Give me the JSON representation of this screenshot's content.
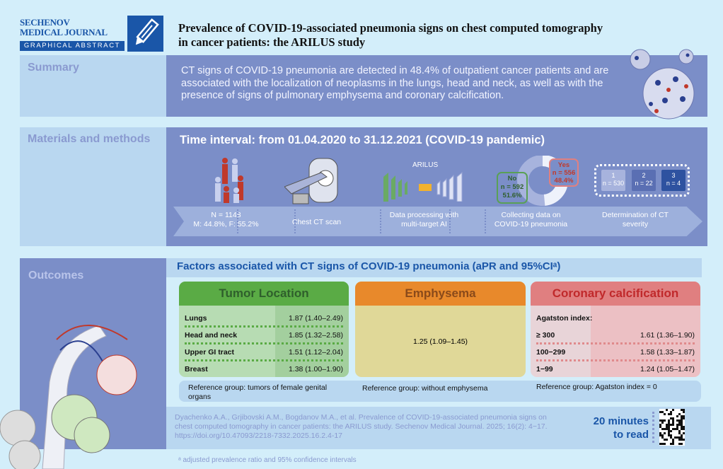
{
  "header": {
    "journal_line1": "SECHENOV",
    "journal_line2": "MEDICAL JOURNAL",
    "tag": "GRAPHICAL ABSTRACT",
    "title_line1": "Prevalence of COVID-19-associated pneumonia signs on chest computed tomography",
    "title_line2": "in cancer patients: the ARILUS study"
  },
  "summary": {
    "label": "Summary",
    "text": "CT signs of COVID-19 pneumonia are detected in 48.4% of outpatient cancer patients and are associated with the localization of neoplasms in the lungs, head and neck, as well as with the presence of signs of pulmonary emphysema and coronary calcification."
  },
  "methods": {
    "label": "Materials and methods",
    "time_interval": "Time interval: from 01.04.2020 to 31.12.2021 (COVID-19 pandemic)",
    "ai_label": "ARILUS",
    "no": {
      "label": "No",
      "n": "n = 592",
      "pct": "51.6%"
    },
    "yes": {
      "label": "Yes",
      "n": "n = 556",
      "pct": "48.4%"
    },
    "severity": [
      {
        "grade": "1",
        "n": "n = 530"
      },
      {
        "grade": "2",
        "n": "n = 22"
      },
      {
        "grade": "3",
        "n": "n = 4"
      }
    ],
    "steps": [
      {
        "l1": "N = 1148",
        "l2": "M: 44.8%, F: 55.2%"
      },
      {
        "l1": "Chest CT scan",
        "l2": ""
      },
      {
        "l1": "Data processing with",
        "l2": "multi-target AI"
      },
      {
        "l1": "Collecting data on",
        "l2": "COVID-19 pneumonia"
      },
      {
        "l1": "Determination of CT",
        "l2": "severity"
      }
    ],
    "pie_yes_fraction": 0.484
  },
  "outcomes": {
    "label": "Outcomes",
    "heading": "Factors associated with CT signs of COVID-19 pneumonia (aPR and 95%CIᵃ)",
    "tumor": {
      "title": "Tumor Location",
      "rows": [
        {
          "name": "Lungs",
          "value": "1.87 (1.40–2.49)"
        },
        {
          "name": "Head and neck",
          "value": "1.85 (1.32–2.58)"
        },
        {
          "name": "Upper GI tract",
          "value": "1.51 (1.12–2.04)"
        },
        {
          "name": "Breast",
          "value": "1.38 (1.00–1.90)"
        }
      ],
      "ref": "Reference group: tumors of female genital organs"
    },
    "emphysema": {
      "title": "Emphysema",
      "value": "1.25 (1.09–1.45)",
      "ref": "Reference group: without emphysema"
    },
    "coronary": {
      "title": "Coronary calcification",
      "subhead": "Agatston index:",
      "rows": [
        {
          "name": "≥ 300",
          "value": "1.61 (1.36–1.90)"
        },
        {
          "name": "100−299",
          "value": "1.58 (1.33–1.87)"
        },
        {
          "name": "1−99",
          "value": "1.24 (1.05–1.47)"
        }
      ],
      "ref": "Reference group:  Agatston index = 0"
    }
  },
  "citation": {
    "text": "Dyachenko A.A., Grjibovski A.M., Bogdanov M.A., et al. Prevalence of COVID-19-associated pneumonia signs on chest computed tomography in cancer patients: the ARILUS study. Sechenov Medical Journal. 2025; 16(2): 4−17. https://doi.org/10.47093/2218-7332.2025.16.2.4-17",
    "read1": "20 minutes",
    "read2": "to read"
  },
  "footnote": "ᵃ adjusted prevalence ratio and 95% confidence intervals"
}
